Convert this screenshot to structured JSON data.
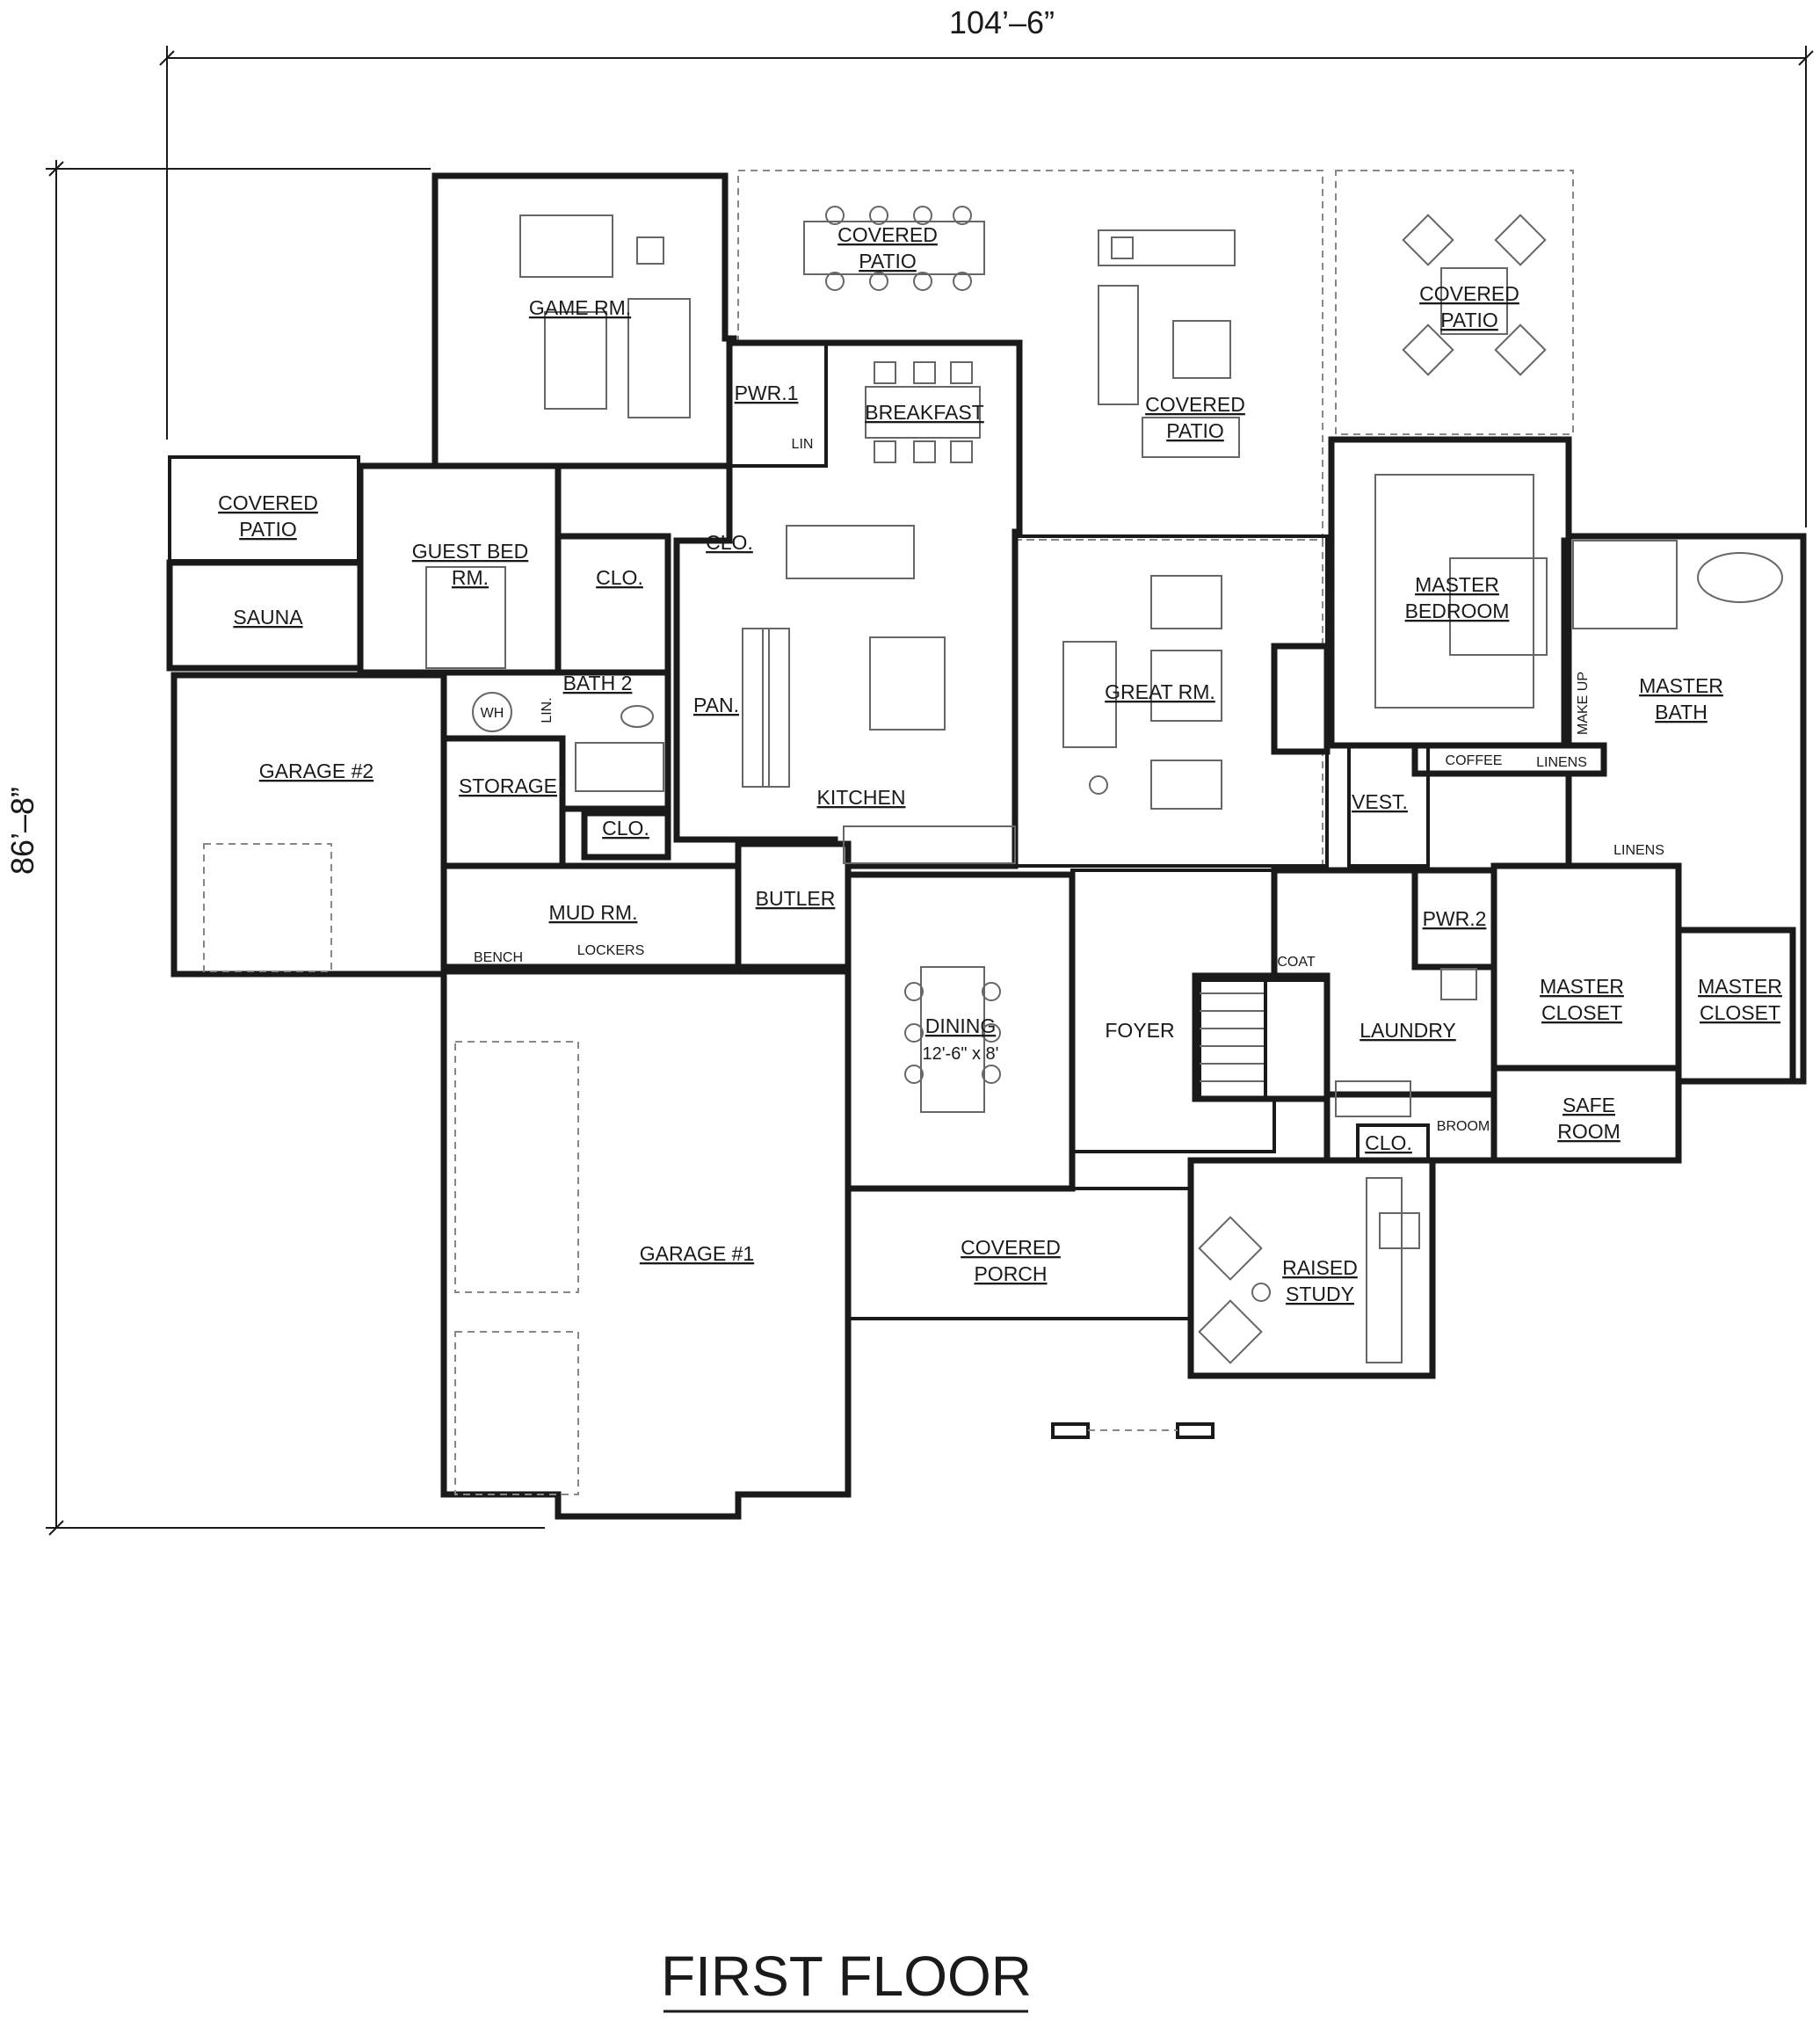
{
  "dimensions": {
    "width": "104’–6”",
    "depth": "86’–8”"
  },
  "title": "FIRST FLOOR",
  "rooms": {
    "covered_patio_left": [
      "COVERED",
      "PATIO"
    ],
    "guest_bed": [
      "GUEST BED",
      "RM."
    ],
    "game_rm": "GAME RM.",
    "covered_patio_top": [
      "COVERED",
      "PATIO"
    ],
    "covered_patio_center": [
      "COVERED",
      "PATIO"
    ],
    "covered_patio_right": [
      "COVERED",
      "PATIO"
    ],
    "pwr1": "PWR.1",
    "lin_small": "LIN",
    "breakfast": "BREAKFAST",
    "clo_kitchen": "CLO.",
    "clo_guest": "CLO.",
    "sauna": "SAUNA",
    "bath2": "BATH 2",
    "lin_bath": "LIN.",
    "wh": "WH",
    "pan": "PAN.",
    "kitchen": "KITCHEN",
    "great_rm": "GREAT RM.",
    "master_bedroom": [
      "MASTER",
      "BEDROOM"
    ],
    "master_bath": [
      "MASTER",
      "BATH"
    ],
    "make_up": "MAKE UP",
    "coffee": "COFFEE",
    "linens_a": "LINENS",
    "linens_b": "LINENS",
    "vest": "VEST.",
    "garage2": "GARAGE #2",
    "storage": "STORAGE",
    "clo_mud": "CLO.",
    "butler": "BUTLER",
    "mud_rm": "MUD RM.",
    "bench": "BENCH",
    "lockers": "LOCKERS",
    "pwr2": "PWR.2",
    "coat": "COAT",
    "master_closet_a": [
      "MASTER",
      "CLOSET"
    ],
    "master_closet_b": [
      "MASTER",
      "CLOSET"
    ],
    "dining": "DINING",
    "dining_size": "12'-6\" x 8'",
    "foyer": "FOYER",
    "laundry": "LAUNDRY",
    "broom": "BROOM",
    "clo_laundry": "CLO.",
    "safe_room": [
      "SAFE",
      "ROOM"
    ],
    "garage1": "GARAGE #1",
    "covered_porch": [
      "COVERED",
      "PORCH"
    ],
    "raised_study": [
      "RAISED",
      "STUDY"
    ]
  }
}
